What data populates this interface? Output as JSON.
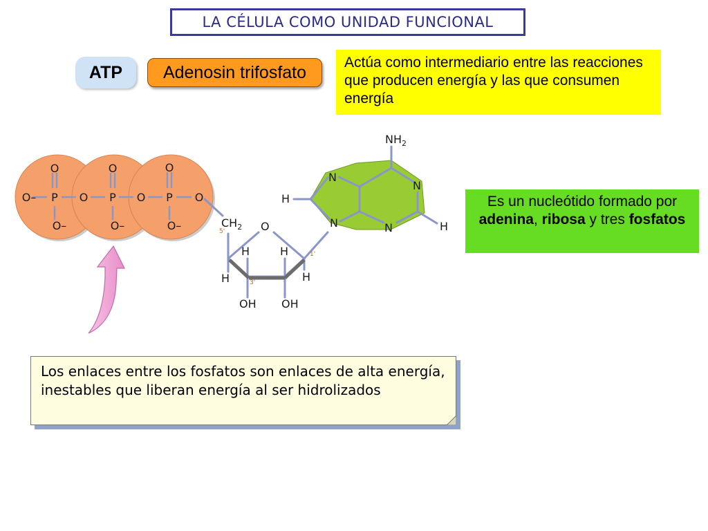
{
  "title": "LA CÉLULA COMO UNIDAD FUNCIONAL",
  "atp_label": "ATP",
  "atp_fullname": "Adenosin trifosfato",
  "role_text": "Actúa como intermediario entre las reacciones que producen energía y las que consumen energía",
  "nucleotide_note": {
    "prefix": "Es un nucleótido formado por ",
    "adenine": "adenina",
    "sep1": ", ",
    "ribose": "ribosa",
    "sep2": " y tres ",
    "phosphates": "fosfatos"
  },
  "bond_note": "Los enlaces entre los fosfatos son enlaces de alta energía, inestables que liberan energía al ser hidrolizados",
  "molecule_labels": {
    "O": "O",
    "O_minus": "O–",
    "P": "P",
    "CH2": "CH",
    "sub2": "2",
    "NH2": "NH",
    "N": "N",
    "H": "H",
    "OH": "OH",
    "c5": "5'",
    "c3": "3'",
    "c1": "1'"
  },
  "colors": {
    "title_border": "#3a3a9a",
    "atp_pill": "#cfe2f6",
    "adenosin_pill": "#ff9a1f",
    "yellow_box": "#ffff00",
    "green_box": "#66dd22",
    "phosphate_circle": "#f5a06a",
    "adenine_ring": "#99cc33",
    "bond_blue": "#8a96c8",
    "arrow_pink": "#f3a6d6"
  }
}
